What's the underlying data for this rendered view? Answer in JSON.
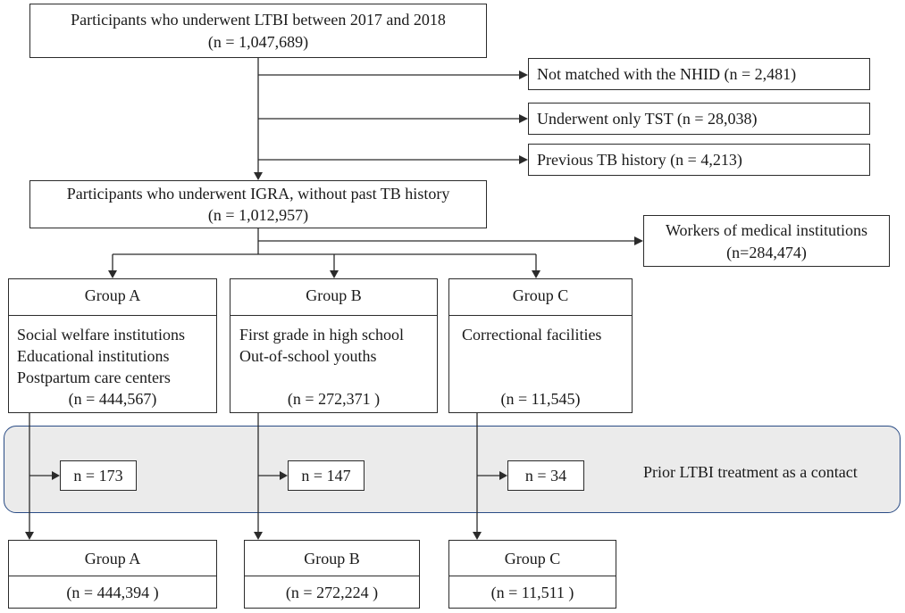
{
  "start": {
    "line1": "Participants who underwent LTBI between 2017 and 2018",
    "line2": "(n = 1,047,689)"
  },
  "exclusions": [
    {
      "label": "Not matched with the NHID (n = 2,481)"
    },
    {
      "label": "Underwent only TST (n = 28,038)"
    },
    {
      "label": "Previous TB history (n = 4,213)"
    }
  ],
  "igra": {
    "line1": "Participants who underwent IGRA, without past TB history",
    "line2": "(n =  1,012,957)"
  },
  "workers": {
    "line1": "Workers of medical institutions",
    "line2": "(n=284,474)"
  },
  "groups": [
    {
      "title": "Group A",
      "lines": [
        "Social welfare institutions",
        "Educational institutions",
        "Postpartum care centers"
      ],
      "n": "(n = 444,567)"
    },
    {
      "title": "Group B",
      "lines": [
        "First grade in high school",
        "Out-of-school youths"
      ],
      "n": "(n = 272,371 )"
    },
    {
      "title": "Group C",
      "lines": [
        "Correctional facilities"
      ],
      "n": "(n = 11,545)"
    }
  ],
  "prior": {
    "label": "Prior LTBI treatment as a contact",
    "counts": [
      "n = 173",
      "n = 147",
      "n = 34"
    ]
  },
  "final_groups": [
    {
      "title": "Group A",
      "n": "(n = 444,394 )"
    },
    {
      "title": "Group B",
      "n": "(n = 272,224 )"
    },
    {
      "title": "Group C",
      "n": "(n = 11,511 )"
    }
  ]
}
